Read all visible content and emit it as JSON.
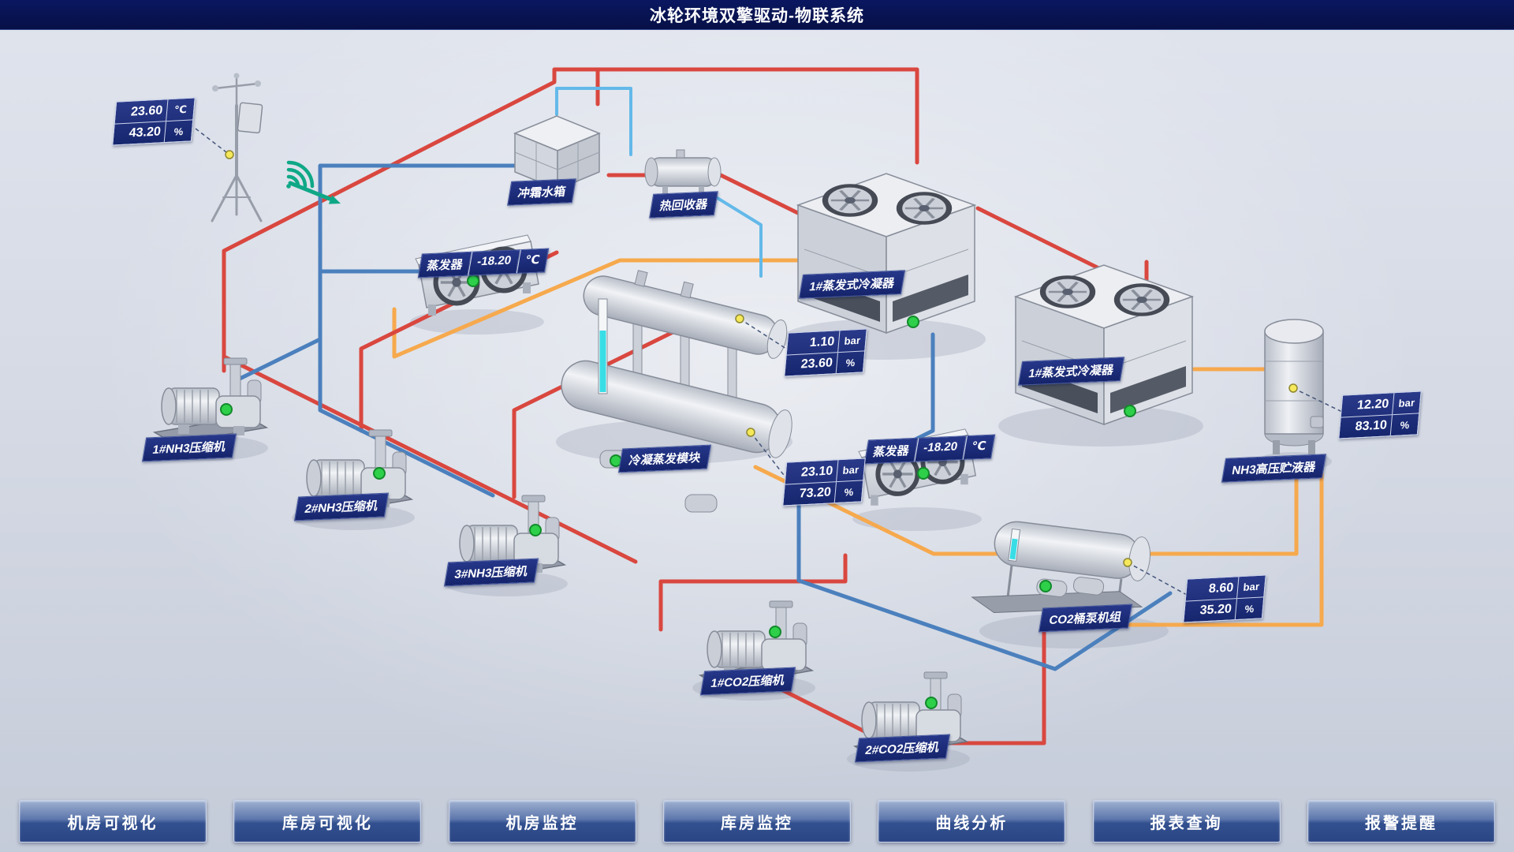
{
  "header": {
    "title": "冰轮环境双擎驱动-物联系统"
  },
  "labels": {
    "defrost_tank": "冲霜水箱",
    "heat_recovery": "热回收器",
    "evaporator_left": "蒸发器",
    "evaporator_left_temp": "-18.20",
    "evaporator_left_unit": "℃",
    "condenser_1": "1#蒸发式冷凝器",
    "condenser_2": "1#蒸发式冷凝器",
    "module": "冷凝蒸发模块",
    "evaporator_right": "蒸发器",
    "evaporator_right_temp": "-18.20",
    "evaporator_right_unit": "℃",
    "nh3_receiver": "NH3高压贮液器",
    "co2_pump_unit": "CO2桶泵机组",
    "nh3_compressor_1": "1#NH3压缩机",
    "nh3_compressor_2": "2#NH3压缩机",
    "nh3_compressor_3": "3#NH3压缩机",
    "co2_compressor_1": "1#CO2压缩机",
    "co2_compressor_2": "2#CO2压缩机"
  },
  "gauges": {
    "weather": [
      {
        "value": "23.60",
        "unit": "℃"
      },
      {
        "value": "43.20",
        "unit": "%"
      }
    ],
    "module_top": [
      {
        "value": "1.10",
        "unit": "bar"
      },
      {
        "value": "23.60",
        "unit": "%"
      }
    ],
    "module_bottom": [
      {
        "value": "23.10",
        "unit": "bar"
      },
      {
        "value": "73.20",
        "unit": "%"
      }
    ],
    "nh3_receiver": [
      {
        "value": "12.20",
        "unit": "bar"
      },
      {
        "value": "83.10",
        "unit": "%"
      }
    ],
    "co2_pump_unit": [
      {
        "value": "8.60",
        "unit": "bar"
      },
      {
        "value": "35.20",
        "unit": "%"
      }
    ]
  },
  "nav": {
    "buttons": [
      "机房可视化",
      "库房可视化",
      "机房监控",
      "库房监控",
      "曲线分析",
      "报表查询",
      "报警提醒"
    ]
  },
  "colors": {
    "pipe-hot": "#d9473f",
    "pipe-cold": "#4b80bd",
    "pipe-liquid": "#f6a94d",
    "pipe-water": "#63b9e9",
    "status-ok": "#2ed04a",
    "sensor-dot": "#f5e85a",
    "label-bg": "#15246b",
    "header-bg": "#0a1760",
    "button-top": "#9fb0d0",
    "button-bottom": "#2b4584"
  }
}
